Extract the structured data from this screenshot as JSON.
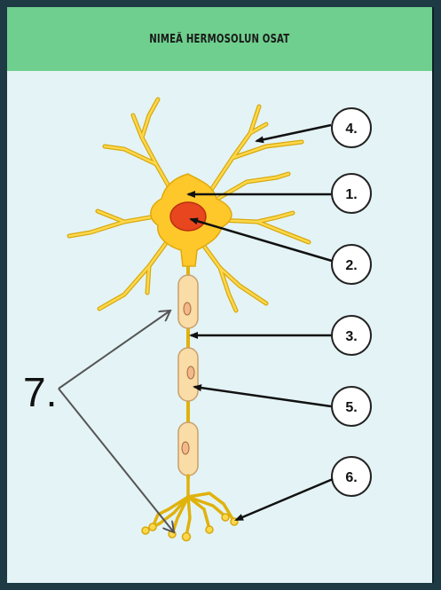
{
  "header": {
    "title": "NIMEÄ HERMOSOLUN OSAT"
  },
  "labels": {
    "l1": "1.",
    "l2": "2.",
    "l3": "3.",
    "l4": "4.",
    "l5": "5.",
    "l6": "6.",
    "l7": "7."
  },
  "colors": {
    "header_bg": "#6fcf8e",
    "panel_bg": "#e4f3f5",
    "border": "#1e3a44",
    "neuron_yellow": "#ffc82a",
    "dendrite_yellow": "#f2c21b",
    "nucleus": "#e8461f",
    "myelin": "#f9dca6"
  }
}
